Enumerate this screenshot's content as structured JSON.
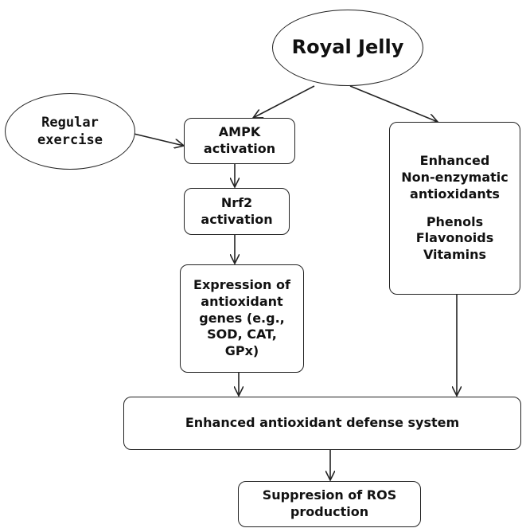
{
  "nodes": {
    "royal_jelly": "Royal Jelly",
    "regular_exercise": "Regular\nexercise",
    "ampk": "AMPK\nactivation",
    "nrf2": "Nrf2\nactivation",
    "expression": "Expression of\nantioxidant\ngenes (e.g.,\nSOD, CAT,\nGPx)",
    "enhanced_nonenzymatic": "Enhanced\nNon-enzymatic\nantioxidants",
    "compounds": "Phenols\nFlavonoids\nVitamins",
    "defense_system": "Enhanced antioxidant defense system",
    "suppression": "Suppresion of ROS\nproduction"
  },
  "colors": {
    "stroke": "#222222",
    "text": "#111111",
    "background": "#ffffff"
  }
}
